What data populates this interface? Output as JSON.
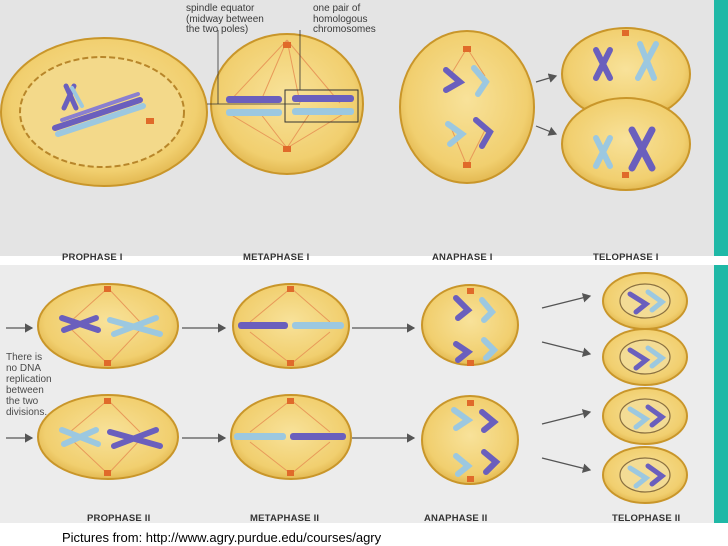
{
  "labels": {
    "prophase1": "PROPHASE I",
    "metaphase1": "METAPHASE I",
    "anaphase1": "ANAPHASE I",
    "telophase1": "TELOPHASE I",
    "prophase2": "PROPHASE II",
    "metaphase2": "METAPHASE II",
    "anaphase2": "ANAPHASE II",
    "telophase2": "TELOPHASE II"
  },
  "annotations": {
    "spindle_equator": "spindle equator\n(midway between\nthe two poles)",
    "homologous_pair": "one pair of\nhomologous\nchromosomes"
  },
  "note": "There is\nno DNA\nreplication\nbetween\nthe two\ndivisions.",
  "caption": "Pictures from: http://www.agry.purdue.edu/courses/agry",
  "colors": {
    "cell_fill": "#f1cf6f",
    "cell_edge": "#c9962a",
    "chromosome_dark": "#6a5fbd",
    "chromosome_light": "#9cc8e0",
    "spindle": "#e89a5a",
    "centrosome": "#e06a2a",
    "accent_strip": "#1fb8a6"
  }
}
